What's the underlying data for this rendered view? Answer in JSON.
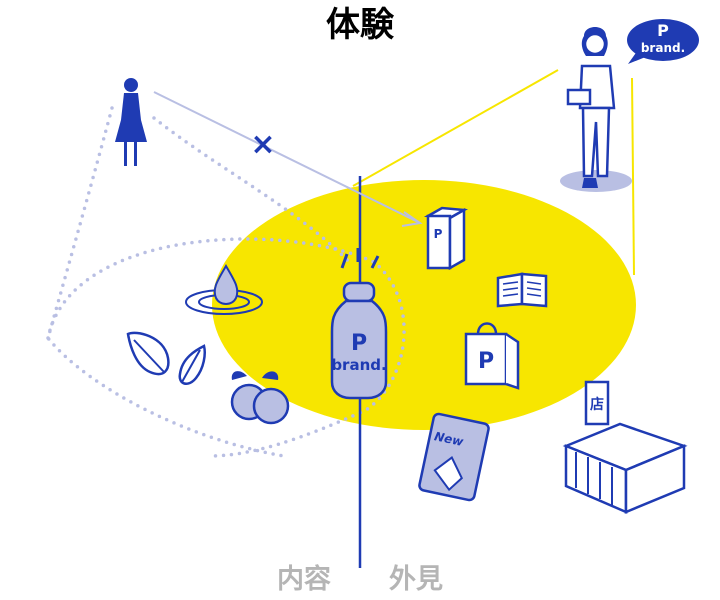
{
  "title": "体験",
  "bottom_labels": {
    "left": "内容",
    "right": "外見"
  },
  "logo": {
    "letter": "P",
    "word": "brand."
  },
  "marks": {
    "cross": "×",
    "box_letter": "P",
    "bag_letter": "P",
    "poster_text": "New",
    "shop_sign": "店"
  },
  "colors": {
    "blue": "#1f3bb3",
    "yellow": "#f7e600",
    "lilac": "#b9bfe3",
    "gray_label": "#b5b5b5",
    "white": "#ffffff"
  },
  "icons": {
    "consumer": "standing-woman-icon",
    "staff": "staff-woman-icon",
    "speech": "speech-bubble-icon",
    "product": "product-bottle-icon",
    "water": "water-drop-icon",
    "leaves": "leaves-icon",
    "berries": "blueberries-icon",
    "box": "package-box-icon",
    "book": "open-book-icon",
    "bag": "shopping-bag-icon",
    "poster": "poster-icon",
    "store": "store-icon"
  }
}
